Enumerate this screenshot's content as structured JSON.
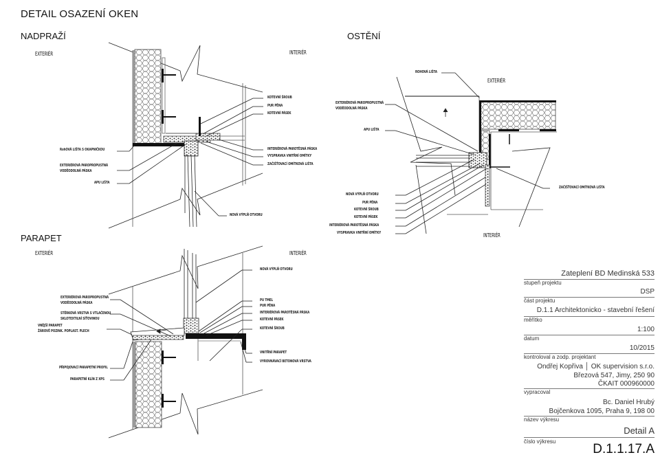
{
  "drawing": {
    "title": "DETAIL OSAZENÍ OKEN",
    "sections": {
      "nadprazi": {
        "title": "NADPRAŽÍ",
        "exterior": "EXTERIÉR",
        "interior": "INTERIÉR",
        "labels_left": [
          "RohOVÁ LIŠTA S OKAPNIČKOU",
          "EXTERIÉROVÁ PAROPROPUSTNÁ",
          "VODĚODOLNÁ PÁSKA",
          "APU LIŠTA"
        ],
        "labels_right": [
          "KOTEVNÍ ŠROUB",
          "PUR PĚNA",
          "KOTEVNÍ PÁSEK",
          "INTERIÉROVÁ PAROTĚSNÁ PÁSKA",
          "VYSPRAVKA VNITŘNÍ OMÍTKY",
          "ZAČIŠŤOVACÍ OMÍTKOVÁ LIŠTA",
          "NOVÁ VÝPLŇ OTVORU"
        ]
      },
      "osteni": {
        "title": "OSTĚNÍ",
        "exterior": "EXTERIÉR",
        "interior": "INTERIÉR",
        "labels_left": [
          "ROHOVÁ LIŠTA",
          "EXTERIÉROVÁ PAROPROPUSTNÁ",
          "VODĚODOLNÁ PÁSKA",
          "APU LIŠTA",
          "NOVÁ VÝPLŇ OTVORU",
          "PUR PĚNA",
          "KOTEVNÍ ŠROUB",
          "KOTEVNÍ PÁSEK",
          "INTERIÉROVÁ PAROTĚSNÁ PÁSKA",
          "VYSPRAVKA VNITŘNÍ OMÍTKY"
        ],
        "labels_right": [
          "ZAČIŠŤOVACÍ OMÍTKOVÁ LIŠTA"
        ]
      },
      "parapet": {
        "title": "PARAPET",
        "exterior": "EXTERIÉR",
        "interior": "INTERIÉR",
        "labels_left": [
          "EXTERIÉROVÁ PAROPROPUSTNÁ",
          "VODĚODOLNÁ PÁSKA",
          "STĚRKOVÁ VRSTVA S VTLAČENOU",
          "SKLOTEXTILNÍ SÍŤOVINOU",
          "VNĚJŠÍ PARAPET",
          "ŽÁROVĚ POZINK. POPLAST. PLECH",
          "PŘIPOJOVACÍ PARAPETNÍ PROFIL",
          "PARAPETNÍ KLÍN Z XPS"
        ],
        "labels_right": [
          "NOVÁ VÝPLŇ OTVORU",
          "PU TMEL",
          "PUR PĚNA",
          "INTERIÉROVÁ PAROTĚSNÁ PÁSKA",
          "KOTEVNÍ PÁSEK",
          "KOTEVNÍ ŠROUB",
          "VNITŘNÍ PARAPET",
          "VYROVNÁVACÍ BETONOVÁ VRSTVA"
        ]
      }
    }
  },
  "title_block": {
    "project": "Zateplení BD Medinská 533",
    "stage_caption": "stupeň projektu",
    "stage": "DSP",
    "part_caption": "část projektu",
    "part": "D.1.1 Architektonicko - stavební řešení",
    "scale_caption": "měřítko",
    "scale": "1:100",
    "date_caption": "datum",
    "date": "10/2015",
    "checked_caption": "kontroloval a zodp. projektant",
    "checked_name": "Ondřej Kopřiva │ OK supervision s.r.o.",
    "checked_address": "Březová 547, Jimy, 250 90",
    "checked_ckait": "ČKAIT 000960000",
    "drawn_caption": "vypracoval",
    "drawn_name": "Bc. Daniel Hrubý",
    "drawn_address": "Bojčenkova 1095, Praha 9, 198 00",
    "drawing_name_caption": "název výkresu",
    "drawing_name": "Detail A",
    "drawing_number_caption": "číslo výkresu",
    "drawing_number": "D.1.1.17.A"
  }
}
